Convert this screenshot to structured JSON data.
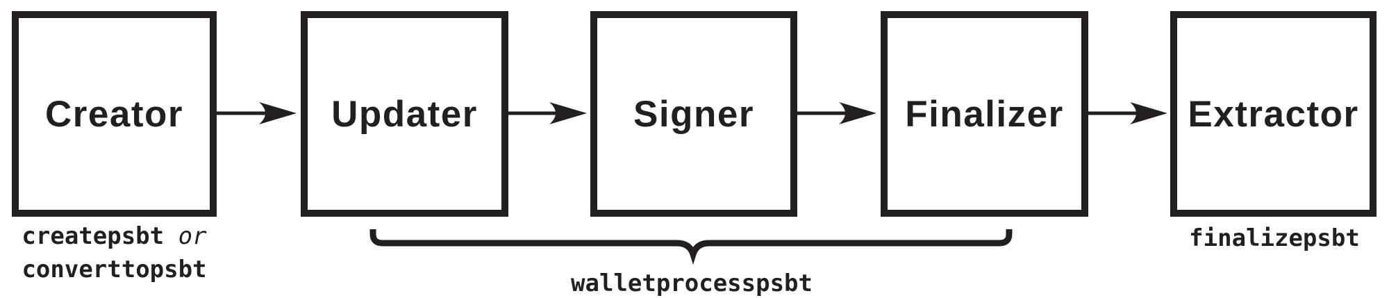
{
  "colors": {
    "ink": "#231f20",
    "background": "#ffffff"
  },
  "diagram": {
    "type": "flowchart",
    "direction": "left-to-right",
    "nodes": [
      {
        "id": "creator",
        "label": "Creator"
      },
      {
        "id": "updater",
        "label": "Updater"
      },
      {
        "id": "signer",
        "label": "Signer"
      },
      {
        "id": "finalizer",
        "label": "Finalizer"
      },
      {
        "id": "extractor",
        "label": "Extractor"
      }
    ],
    "edges": [
      {
        "from": "creator",
        "to": "updater"
      },
      {
        "from": "updater",
        "to": "signer"
      },
      {
        "from": "signer",
        "to": "finalizer"
      },
      {
        "from": "finalizer",
        "to": "extractor"
      }
    ],
    "annotations": {
      "creator_commands": {
        "code1": "createpsbt",
        "conjunction": "or",
        "code2": "converttopsbt"
      },
      "grouped_nodes_command": "walletprocesspsbt",
      "grouped_nodes": [
        "updater",
        "signer",
        "finalizer"
      ],
      "extractor_command": "finalizepsbt"
    }
  }
}
